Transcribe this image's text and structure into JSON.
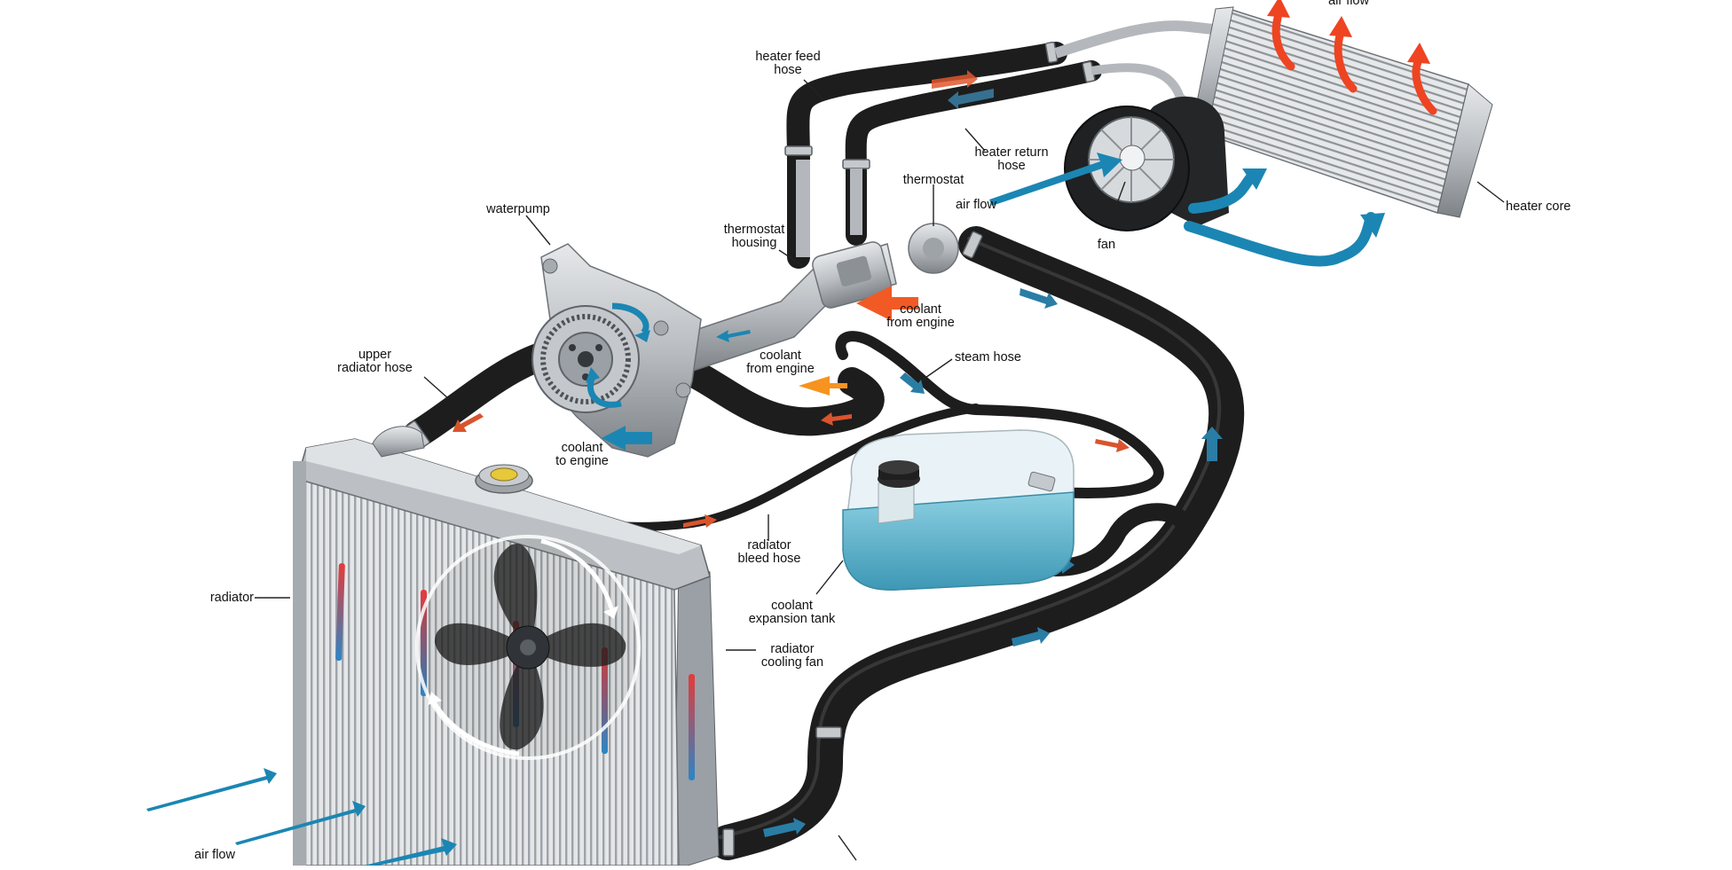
{
  "colors": {
    "hose": "#1d1d1d",
    "hose_highlight": "#4a4a4a",
    "metal": "#b9bdc1",
    "metal_dark": "#7d8287",
    "coolant": "#5fb6cf",
    "cold_air": "#1b86b3",
    "hot_air": "#ee4422",
    "hot_coolant": "#f15a24",
    "radiator_body": "#c9ccd0",
    "tank_fill": "#68bcd4",
    "leader": "#222222"
  },
  "labels": {
    "air_flow_top": "air flow",
    "heater_feed_hose": "heater feed\nhose",
    "heater_return_hose": "heater return\nhose",
    "thermostat": "thermostat",
    "air_flow_fan": "air flow",
    "heater_core": "heater core",
    "fan": "fan",
    "waterpump": "waterpump",
    "thermostat_housing": "thermostat\nhousing",
    "coolant_from_engine_top": "coolant\nfrom engine",
    "upper_radiator_hose": "upper\nradiator hose",
    "coolant_from_engine_mid": "coolant\nfrom engine",
    "steam_hose": "steam hose",
    "coolant_to_engine": "coolant\nto engine",
    "radiator": "radiator",
    "radiator_bleed_hose": "radiator\nbleed hose",
    "coolant_expansion_tank": "coolant\nexpansion tank",
    "radiator_cooling_fan": "radiator\ncooling fan",
    "air_flow_bottom": "air flow"
  }
}
